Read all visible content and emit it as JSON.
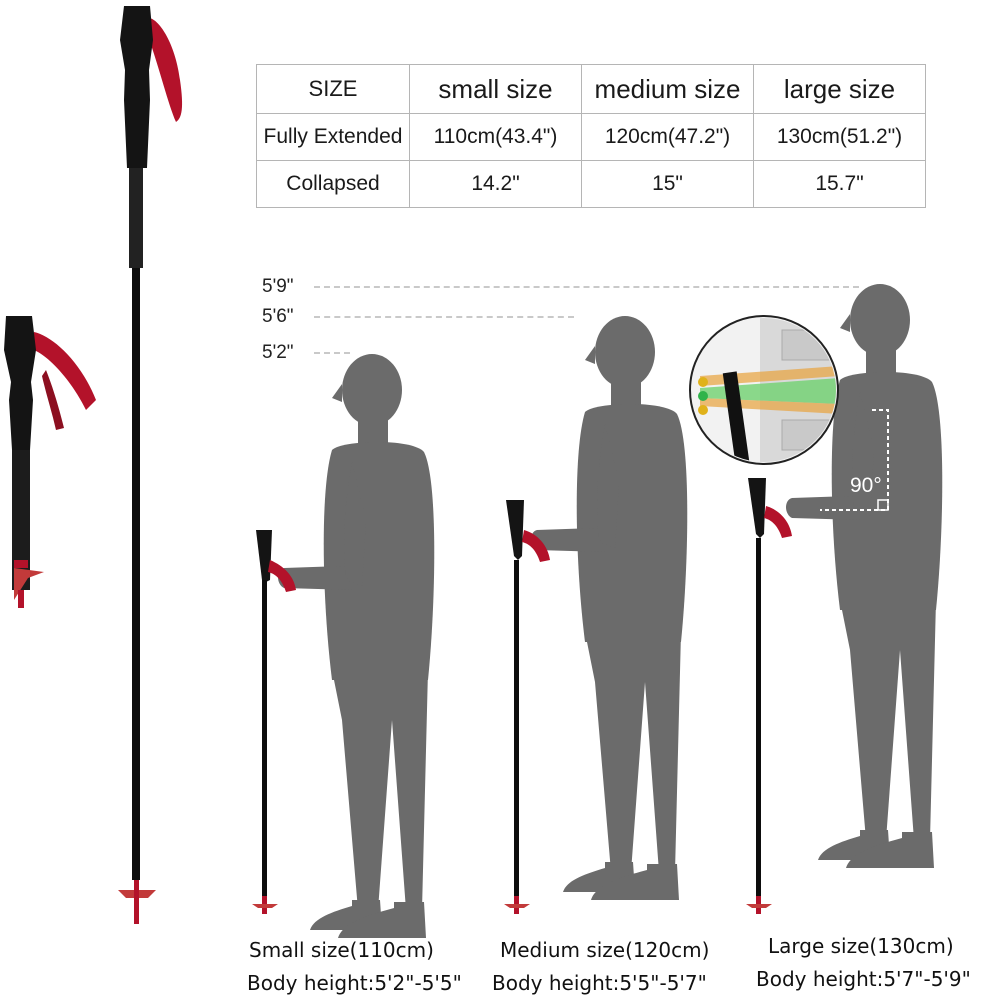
{
  "table": {
    "headers": [
      "SIZE",
      "small size",
      "medium size",
      "large size"
    ],
    "rows": [
      {
        "label": "Fully Extended",
        "values": [
          "110cm(43.4\")",
          "120cm(47.2\")",
          "130cm(51.2\")"
        ]
      },
      {
        "label": "Collapsed",
        "values": [
          "14.2\"",
          "15\"",
          "15.7\""
        ]
      }
    ]
  },
  "height_marks": [
    "5'9\"",
    "5'6\"",
    "5'2\""
  ],
  "angle_label": "90°",
  "captions": [
    {
      "size": "Small size(110cm)",
      "body": "Body height:5'2\"-5'5\""
    },
    {
      "size": "Medium size(120cm)",
      "body": "Body height:5'5\"-5'7\""
    },
    {
      "size": "Large size(130cm)",
      "body": "Body height:5'7\"-5'9\""
    }
  ],
  "colors": {
    "silhouette": "#6b6b6b",
    "pole": "#111111",
    "strap": "#b3122a",
    "table_border": "#b5b5b5",
    "dashed_line": "#c9c9c9"
  }
}
